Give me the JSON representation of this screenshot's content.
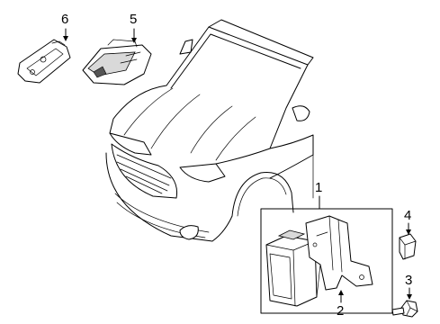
{
  "callouts": [
    {
      "id": "1",
      "label": "1"
    },
    {
      "id": "2",
      "label": "2"
    },
    {
      "id": "3",
      "label": "3"
    },
    {
      "id": "4",
      "label": "4"
    },
    {
      "id": "5",
      "label": "5"
    },
    {
      "id": "6",
      "label": "6"
    }
  ],
  "colors": {
    "line": "#000000",
    "background": "#ffffff",
    "shade": "#d9d9d9"
  }
}
